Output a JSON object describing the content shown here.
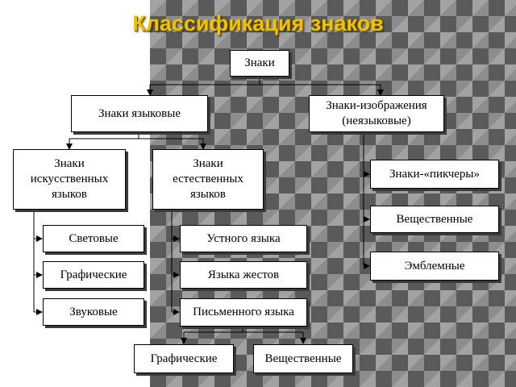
{
  "title": "Классификация знаков",
  "nodes": {
    "root": "Знаки",
    "linguistic": "Знаки языковые",
    "images": "Знаки-изображения\n(неязыковые)",
    "artificial": "Знаки\nискусственных\nязыков",
    "natural": "Знаки\nестественных\nязыков",
    "light": "Световые",
    "graphic_art": "Графические",
    "sound": "Звуковые",
    "oral": "Устного языка",
    "gesture": "Языка жестов",
    "written": "Письменного языка",
    "graphic_written": "Графические",
    "material_written": "Вещественные",
    "pictures": "Знаки-«пикчеры»",
    "material_img": "Вещественные",
    "emblem": "Эмблемные"
  }
}
